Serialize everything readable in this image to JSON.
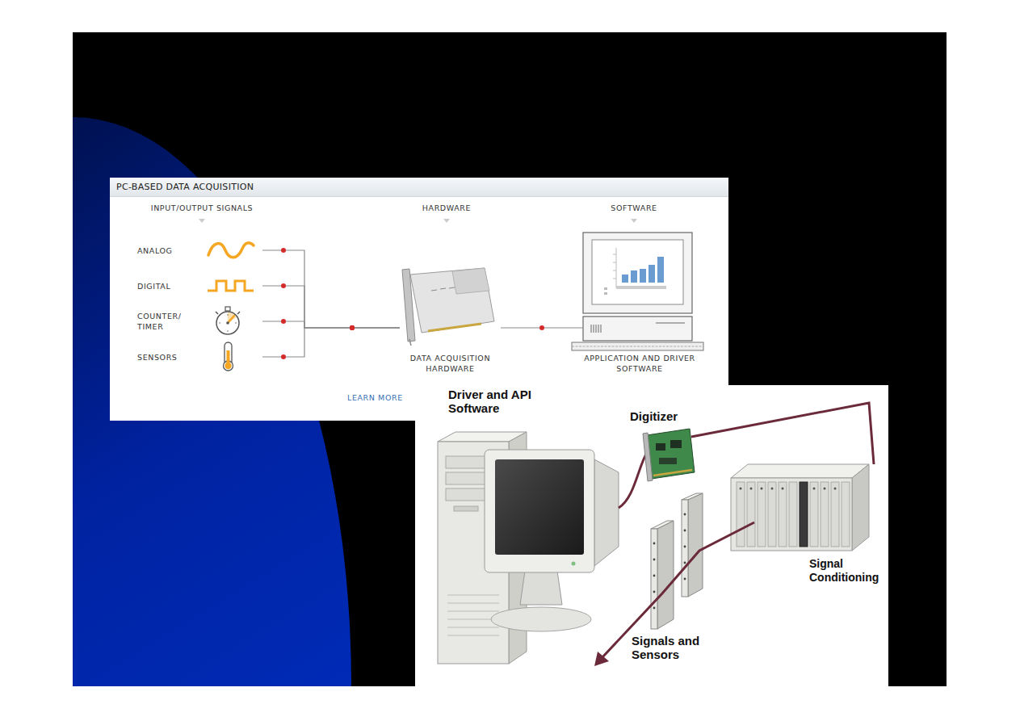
{
  "diagram": {
    "nodes": [
      {
        "text": [
          "PC-BASED DATA ACQUISITION"
        ]
      },
      {
        "text": [
          "ANALOG"
        ],
        "in": 0
      },
      {
        "text": [
          "DIGITAL"
        ],
        "in": 0
      },
      {
        "text": [
          "COUNTER/ TIMER"
        ],
        "in": 0
      },
      {
        "text": [
          "SENSORS"
        ],
        "in": 0
      },
      {
        "text": [
          "DATA ACQUISITION HARDWARE"
        ],
        "in": 0
      },
      {
        "text": [
          "APPLICATION AND DRIVER SOFTWARE"
        ],
        "in": 0
      }
    ],
    "edges": [
      {
        "from": 1,
        "to": 5,
        "arrow": "none"
      },
      {
        "from": 2,
        "to": 5,
        "arrow": "none"
      },
      {
        "from": 3,
        "to": 5,
        "arrow": "none"
      },
      {
        "from": 4,
        "to": 5,
        "arrow": "none"
      },
      {
        "from": 5,
        "to": 6,
        "arrow": "none"
      }
    ],
    "labels": [
      "INPUT/OUTPUT SIGNALS",
      "HARDWARE",
      "SOFTWARE",
      "LEARN MORE",
      "Driver and API Software",
      "Digitizer",
      "Signal Conditioning",
      "Signals and Sensors"
    ]
  }
}
